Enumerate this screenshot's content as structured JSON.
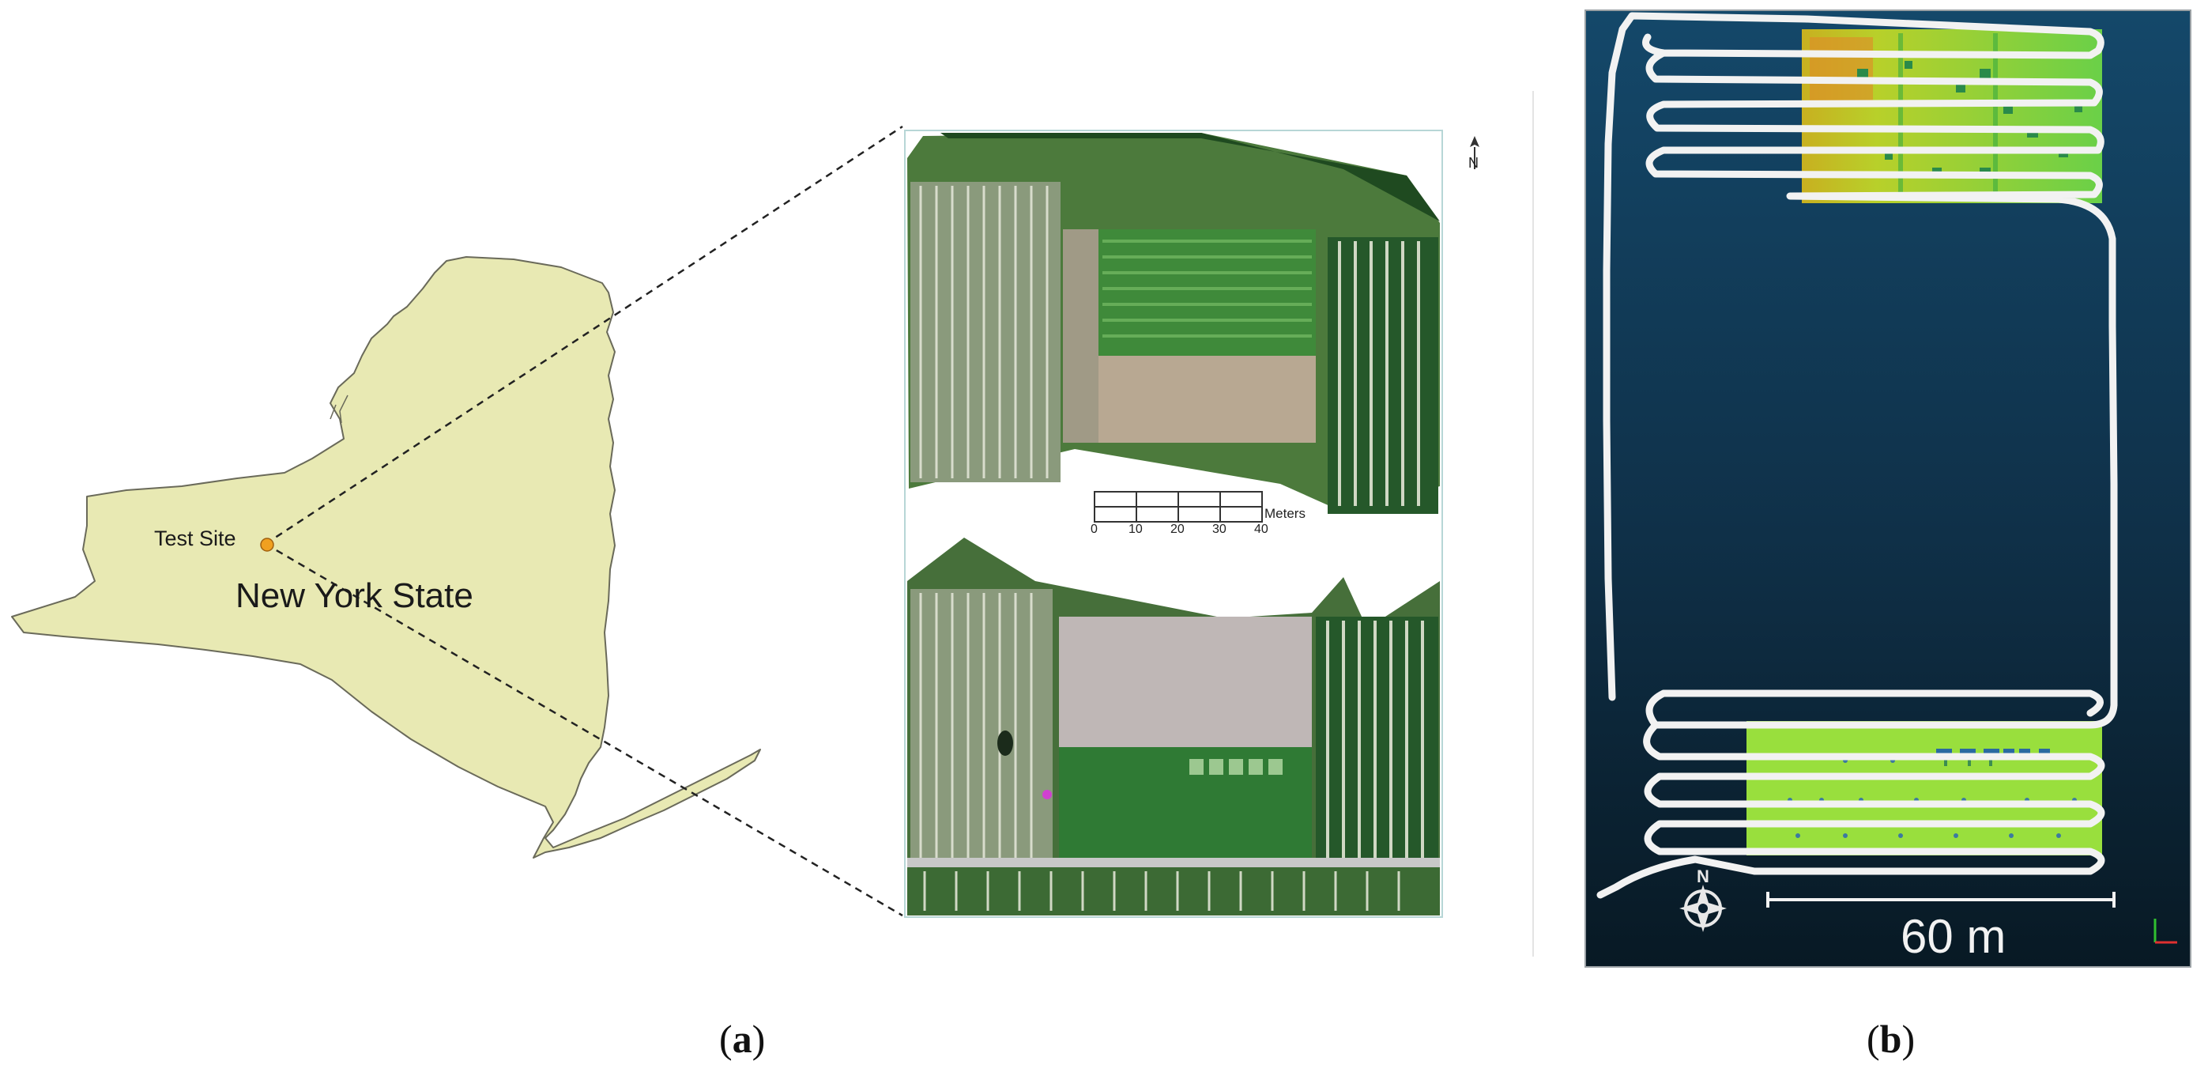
{
  "panel_a": {
    "map_label": "New York State",
    "site_label": "Test Site",
    "scale_bar": {
      "unit": "Meters",
      "ticks": [
        "0",
        "10",
        "20",
        "30",
        "40"
      ]
    },
    "north_label": "N",
    "caption_letter": "a",
    "colors": {
      "state_fill": "#e8e9b3",
      "state_stroke": "#6a6a5a",
      "site_marker": "#f0a020"
    }
  },
  "panel_b": {
    "scale_label": "60 m",
    "north_label": "N",
    "caption_letter": "b",
    "colors": {
      "background_top": "#14486a",
      "background_bottom": "#081924",
      "track": "#f2f2f2",
      "canopy": "#9ee02a"
    }
  }
}
